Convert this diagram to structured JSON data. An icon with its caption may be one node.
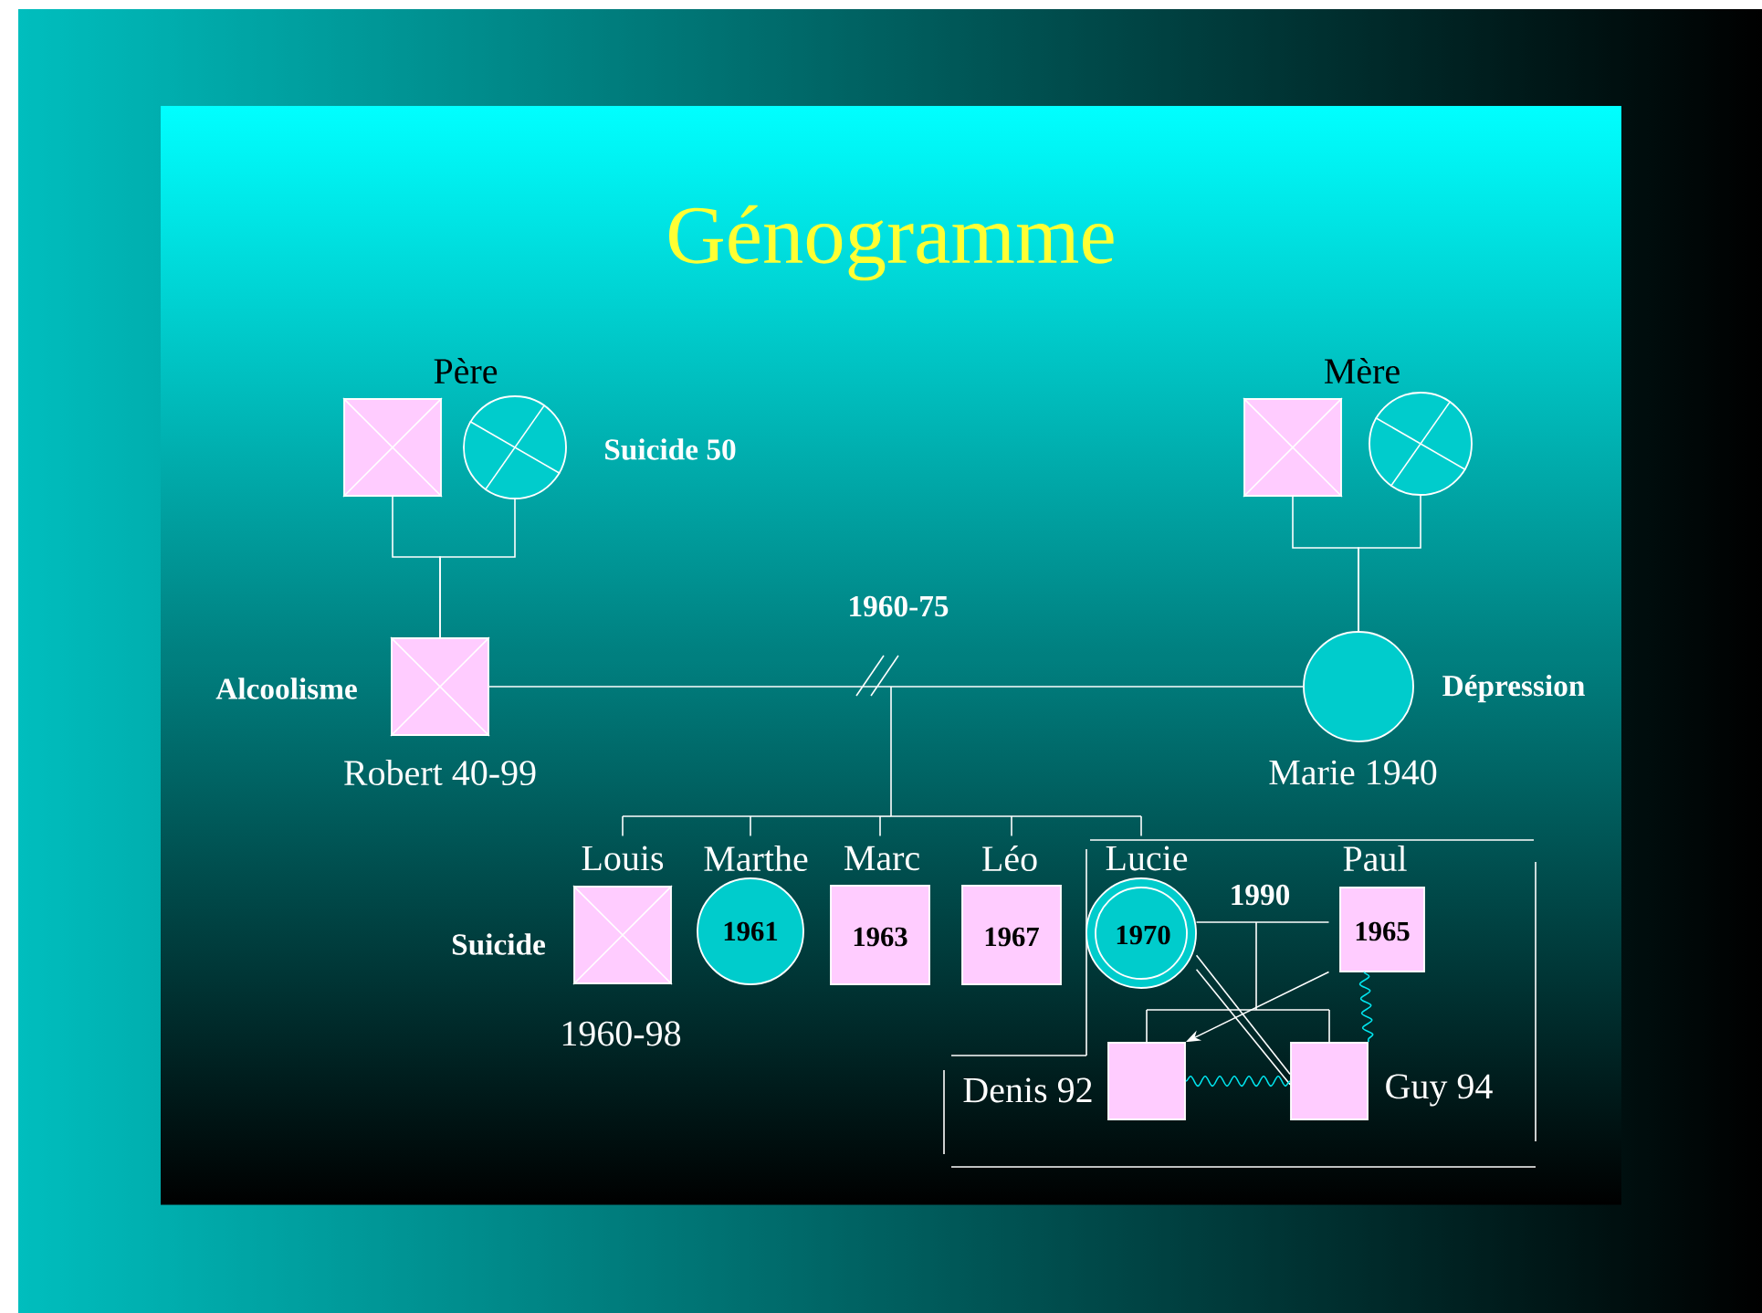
{
  "diagram": {
    "title": "Génogramme",
    "nodes": [
      {
        "text": [],
        "shape": "box"
      },
      {
        "text": [],
        "shape": "circle",
        "beside": [
          "Suicide 50"
        ]
      },
      {
        "text": [],
        "shape": "box"
      },
      {
        "text": [],
        "shape": "circle"
      },
      {
        "text": [
          "Robert 40-99"
        ],
        "beside": [
          "Alcoolisme"
        ]
      },
      {
        "text": [
          "Marie 1940"
        ],
        "beside": [
          "Dépression"
        ]
      },
      {
        "text": [
          "Louis"
        ],
        "beside": [
          "Suicide",
          "1960-98"
        ]
      },
      {
        "text": [
          "Marthe",
          "1961"
        ]
      },
      {
        "text": [
          "Marc",
          "1963"
        ]
      },
      {
        "text": [
          "Léo",
          "1967"
        ]
      },
      {
        "text": [
          "Lucie",
          "1970"
        ]
      },
      {
        "text": [
          "Paul",
          "1965"
        ]
      },
      {
        "text": [
          "Denis 92"
        ]
      },
      {
        "text": [
          "Guy 94"
        ]
      }
    ],
    "edges": [
      {
        "from": 0,
        "to": 4,
        "arrow": "none"
      },
      {
        "from": 1,
        "to": 4,
        "arrow": "none"
      },
      {
        "from": 2,
        "to": 5,
        "arrow": "none"
      },
      {
        "from": 3,
        "to": 5,
        "arrow": "none"
      },
      {
        "from": 4,
        "to": 5,
        "arrow": "none",
        "label": "1960-75"
      },
      {
        "from": 4,
        "to": 6,
        "arrow": "none"
      },
      {
        "from": 4,
        "to": 7,
        "arrow": "none"
      },
      {
        "from": 4,
        "to": 8,
        "arrow": "none"
      },
      {
        "from": 4,
        "to": 9,
        "arrow": "none"
      },
      {
        "from": 4,
        "to": 10,
        "arrow": "none"
      },
      {
        "from": 5,
        "to": 6,
        "arrow": "none"
      },
      {
        "from": 5,
        "to": 7,
        "arrow": "none"
      },
      {
        "from": 5,
        "to": 8,
        "arrow": "none"
      },
      {
        "from": 5,
        "to": 9,
        "arrow": "none"
      },
      {
        "from": 5,
        "to": 10,
        "arrow": "none"
      },
      {
        "from": 10,
        "to": 11,
        "arrow": "none",
        "label": "1990"
      },
      {
        "from": 10,
        "to": 12,
        "arrow": "none"
      },
      {
        "from": 11,
        "to": 12,
        "arrow": "none"
      },
      {
        "from": 10,
        "to": 13,
        "arrow": "none"
      },
      {
        "from": 11,
        "to": 13,
        "arrow": "none"
      },
      {
        "from": 10,
        "to": 13,
        "arrow": "none"
      },
      {
        "from": 10,
        "to": 13,
        "arrow": "none"
      },
      {
        "from": 11,
        "to": 12,
        "arrow": "to"
      },
      {
        "from": 13,
        "to": 12,
        "arrow": "none",
        "color": "#00e5ee"
      },
      {
        "from": 11,
        "to": 13,
        "arrow": "none",
        "color": "#00e5ee"
      }
    ],
    "labels": [
      "Père",
      "Mère"
    ]
  }
}
